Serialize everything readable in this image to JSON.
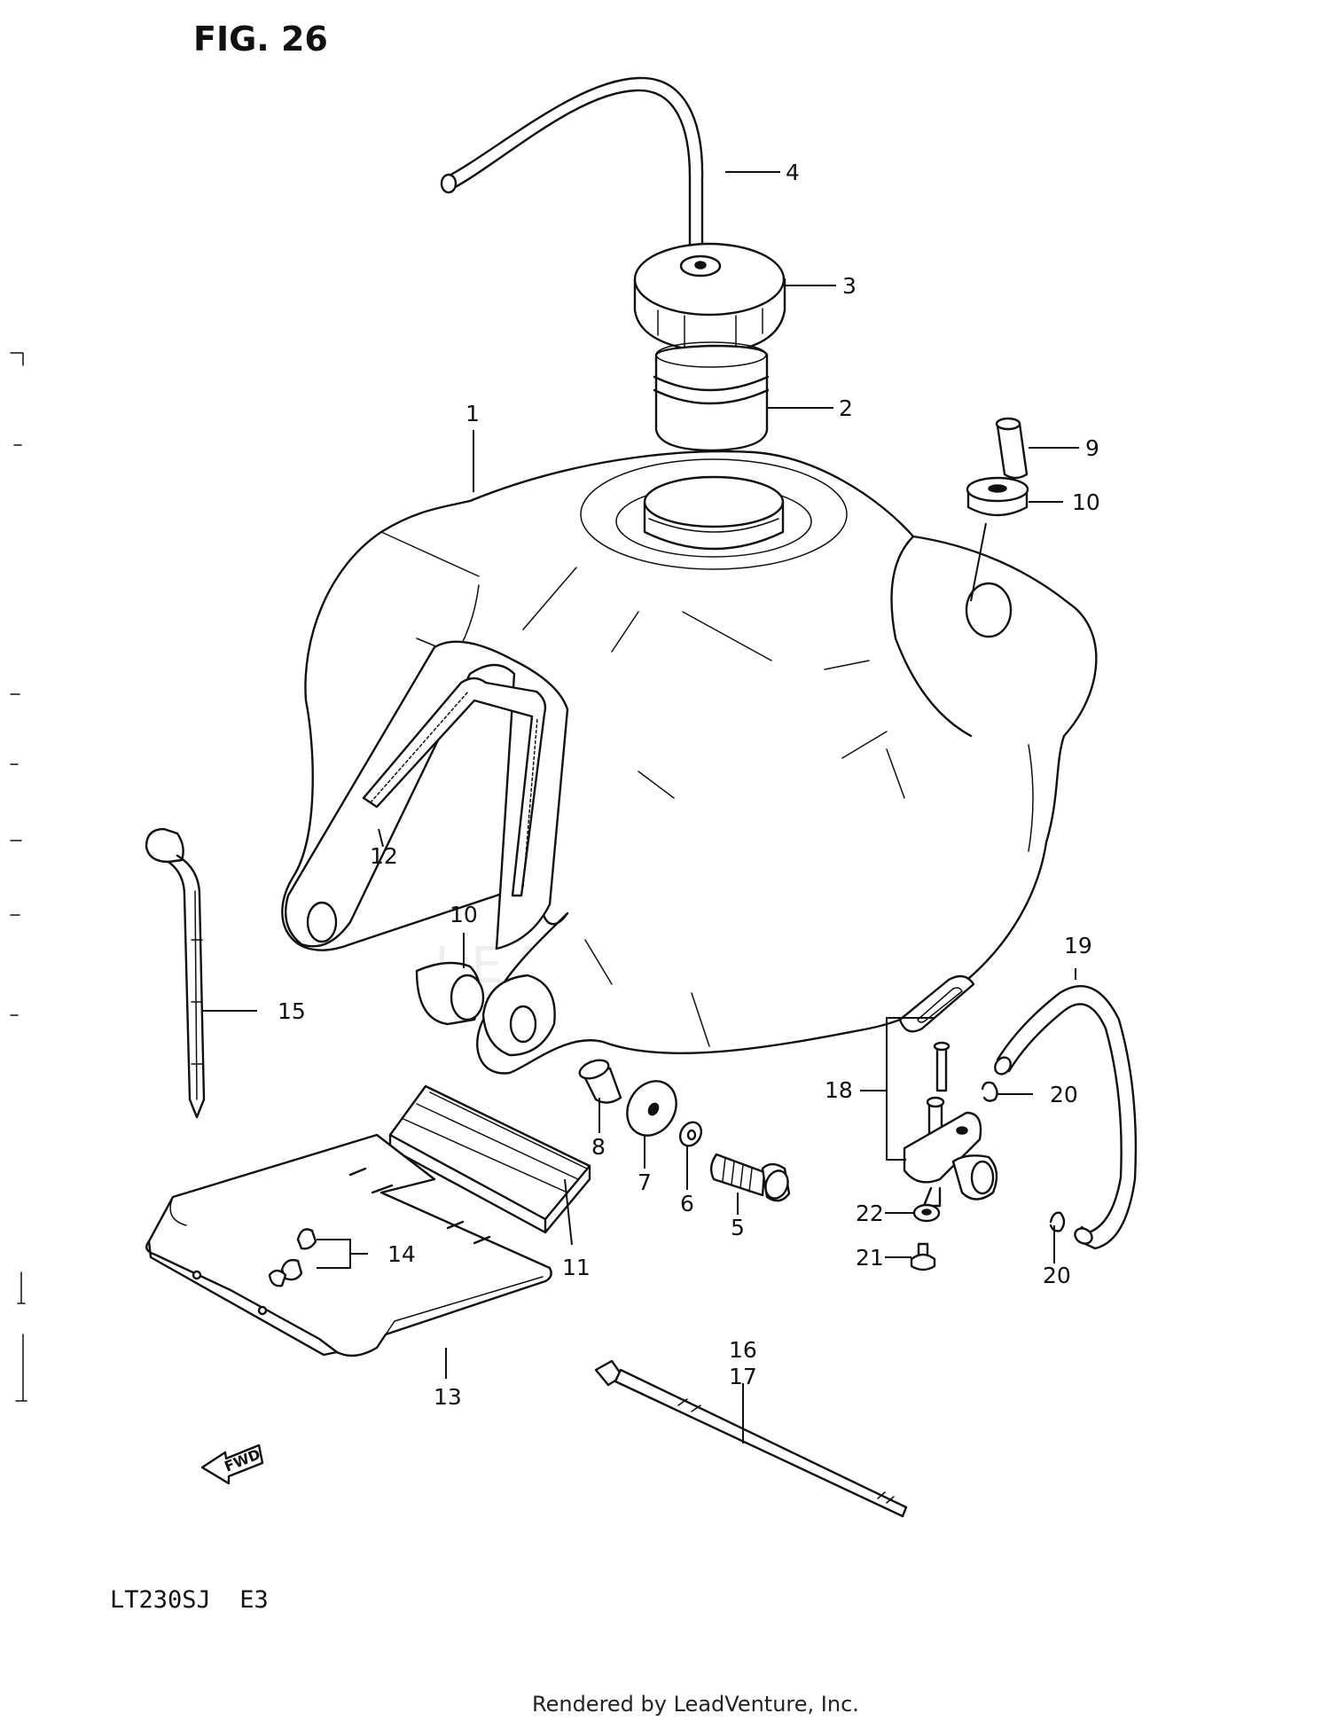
{
  "figure": {
    "title": "FIG. 26",
    "model_code": "LT230SJ  E3",
    "footer": "Rendered by LeadVenture, Inc.",
    "watermark": "LEADVENTURE",
    "fwd_label": "FWD"
  },
  "callouts": {
    "c1": "1",
    "c2": "2",
    "c3": "3",
    "c4": "4",
    "c5": "5",
    "c6": "6",
    "c7": "7",
    "c8": "8",
    "c9": "9",
    "c10a": "10",
    "c10b": "10",
    "c11": "11",
    "c12": "12",
    "c13": "13",
    "c14": "14",
    "c15": "15",
    "c16": "16",
    "c17": "17",
    "c18": "18",
    "c19": "19",
    "c20a": "20",
    "c20b": "20",
    "c21": "21",
    "c22": "22"
  }
}
